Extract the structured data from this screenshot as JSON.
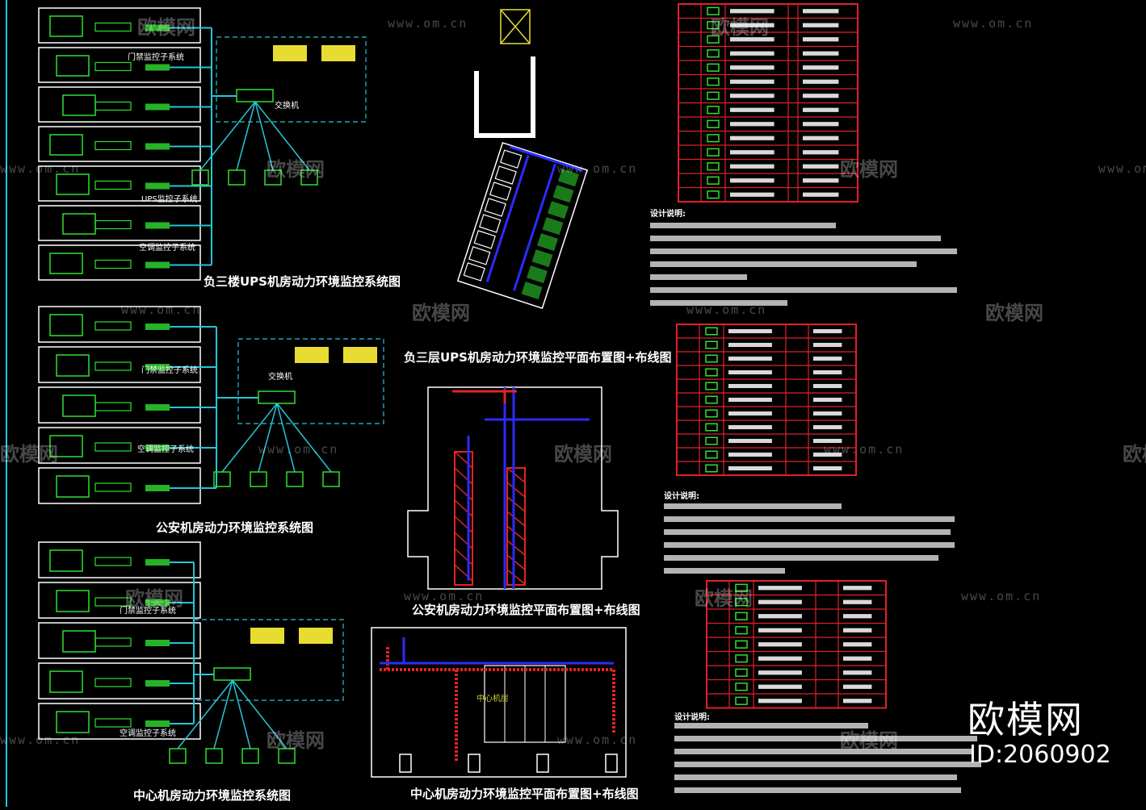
{
  "diagrams": {
    "ups_system": "负三楼UPS机房动力环境监控系统图",
    "ups_plan": "负三层UPS机房动力环境监控平面布置图+布线图",
    "police_system": "公安机房动力环境监控系统图",
    "police_plan": "公安机房动力环境监控平面布置图+布线图",
    "center_system": "中心机房动力环境监控系统图",
    "center_plan": "中心机房动力环境监控平面布置图+布线图"
  },
  "subsystems": {
    "access": "门禁监控子系统",
    "ups": "UPS监控子系统",
    "aircon": "空调监控子系统",
    "switch": "交换机",
    "room_name": "中心机房"
  },
  "notes_heading": "设计说明:",
  "watermark": {
    "brand_cn": "欧模网",
    "url": "www.om.cn"
  },
  "brand": {
    "name": "欧模网",
    "id": "ID:2060902"
  },
  "colors": {
    "wire_cyan": "#25c6d6",
    "device_green": "#2fe02f",
    "server_yellow": "#e8dc33",
    "table_red": "#e0202a",
    "route_blue": "#2b2bff",
    "route_red": "#e3241f"
  }
}
